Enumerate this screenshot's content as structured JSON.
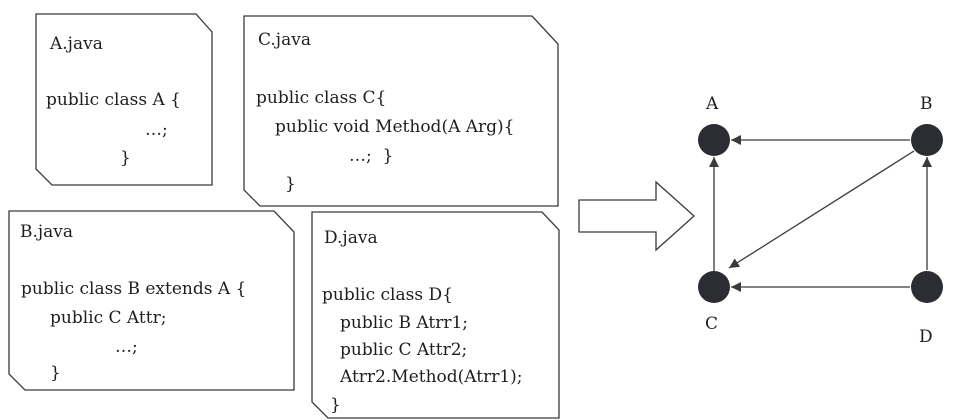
{
  "colors": {
    "stroke": "#3a3a3a",
    "node": "#2b2d33",
    "text": "#1e1e1e"
  },
  "files": [
    {
      "id": "A",
      "title": "A.java",
      "lines": [
        "public class A {",
        "…;",
        "}"
      ]
    },
    {
      "id": "C",
      "title": "C.java",
      "lines": [
        "public class C{",
        "public void Method(A Arg){",
        "…;  }",
        "}"
      ]
    },
    {
      "id": "B",
      "title": "B.java",
      "lines": [
        "public class B extends A {",
        "public C Attr;",
        "…;",
        "}"
      ]
    },
    {
      "id": "D",
      "title": "D.java",
      "lines": [
        "public class D{",
        "public B Atrr1;",
        "public C Attr2;",
        "Atrr2.Method(Atrr1);",
        "}"
      ]
    }
  ],
  "graph": {
    "nodes": [
      {
        "id": "A",
        "label": "A"
      },
      {
        "id": "B",
        "label": "B"
      },
      {
        "id": "C",
        "label": "C"
      },
      {
        "id": "D",
        "label": "D"
      }
    ],
    "edges": [
      {
        "from": "B",
        "to": "A"
      },
      {
        "from": "C",
        "to": "A"
      },
      {
        "from": "B",
        "to": "C"
      },
      {
        "from": "D",
        "to": "C"
      },
      {
        "from": "D",
        "to": "B"
      }
    ]
  }
}
